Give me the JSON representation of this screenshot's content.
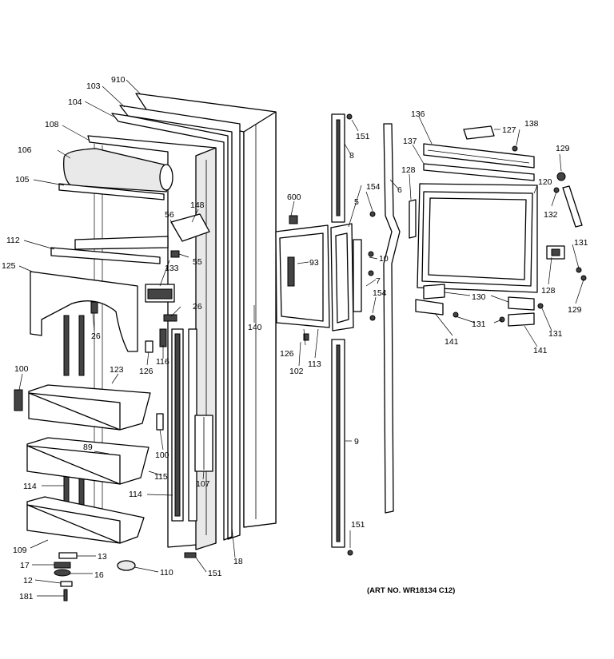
{
  "art_number": "(ART NO. WR18134 C12)",
  "callouts": {
    "c910": "910",
    "c103": "103",
    "c104": "104",
    "c108": "108",
    "c106": "106",
    "c105": "105",
    "c112": "112",
    "c125": "125",
    "c56": "56",
    "c148": "148",
    "c55": "55",
    "c133": "133",
    "c26a": "26",
    "c26b": "26",
    "c126a": "126",
    "c116": "116",
    "c100a": "100",
    "c123": "123",
    "c89": "89",
    "c100b": "100",
    "c115": "115",
    "c114a": "114",
    "c114b": "114",
    "c107": "107",
    "c109": "109",
    "c13": "13",
    "c17": "17",
    "c16": "16",
    "c12": "12",
    "c181": "181",
    "c110": "110",
    "c151a": "151",
    "c18": "18",
    "c140": "140",
    "c600": "600",
    "c93": "93",
    "c126b": "126",
    "c102": "102",
    "c113": "113",
    "c8": "8",
    "c151b": "151",
    "c5": "5",
    "c154a": "154",
    "c6": "6",
    "c10": "10",
    "c7": "7",
    "c154b": "154",
    "c9": "9",
    "c151c": "151",
    "c136": "136",
    "c127": "127",
    "c138": "138",
    "c137": "137",
    "c129a": "129",
    "c128a": "128",
    "c120": "120",
    "c132": "132",
    "c131a": "131",
    "c128b": "128",
    "c129b": "129",
    "c130": "130",
    "c131b": "131",
    "c131c": "131",
    "c141a": "141",
    "c141b": "141"
  }
}
